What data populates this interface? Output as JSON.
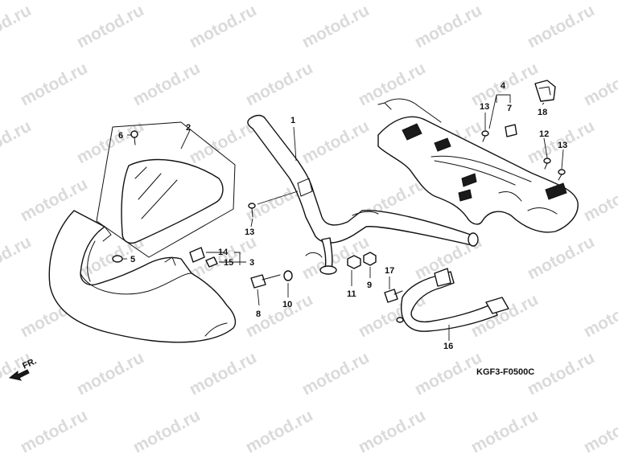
{
  "watermark_text": "motod.ru",
  "diagram_code": "KGF3-F0500C",
  "front_marker": "FR.",
  "part_labels": {
    "p1": "1",
    "p2": "2",
    "p3": "3",
    "p4": "4",
    "p5": "5",
    "p6": "6",
    "p7": "7",
    "p8": "8",
    "p9": "9",
    "p10": "10",
    "p11": "11",
    "p12": "12",
    "p13a": "13",
    "p13b": "13",
    "p13c": "13",
    "p14": "14",
    "p15": "15",
    "p16": "16",
    "p17": "17",
    "p18": "18"
  }
}
